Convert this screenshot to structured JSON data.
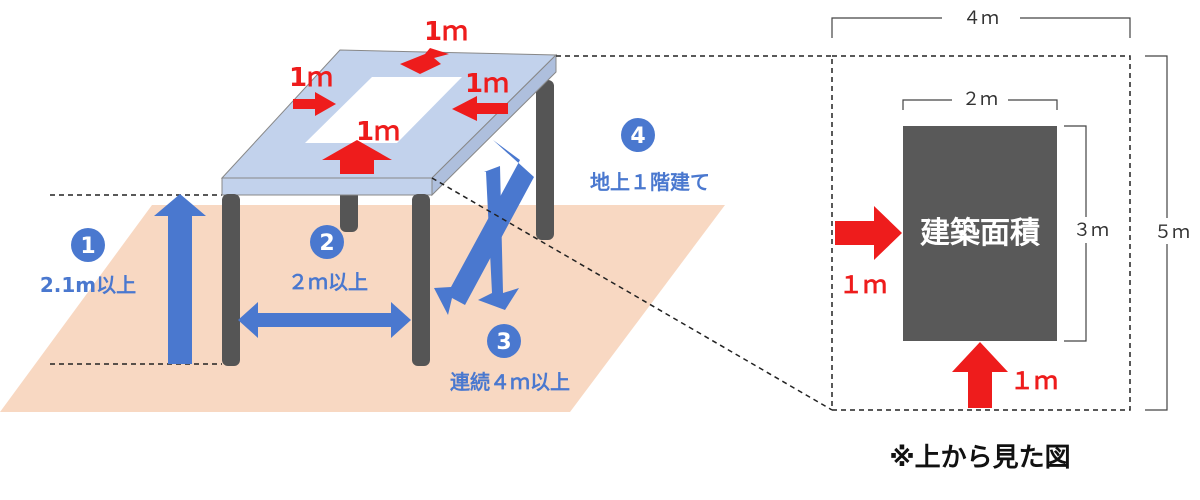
{
  "colors": {
    "red": "#ee1c1c",
    "blue": "#4a78cf",
    "floor": "#f8d8c2",
    "table_top": "#c2d2ec",
    "leg": "#555555",
    "building": "#595959"
  },
  "perspective": {
    "top_labels": {
      "back": "1ｍ",
      "left": "1ｍ",
      "right": "1ｍ",
      "front": "1ｍ"
    },
    "conditions": [
      {
        "number": "1",
        "text": "2.1m以上"
      },
      {
        "number": "2",
        "text": "２ｍ以上"
      },
      {
        "number": "3",
        "text": "連続４ｍ以上"
      },
      {
        "number": "4",
        "text": "地上１階建て"
      }
    ]
  },
  "plan": {
    "width_label": "４ｍ",
    "height_label": "５ｍ",
    "inner_width_label": "２ｍ",
    "inner_height_label": "３ｍ",
    "area_label": "建築面積",
    "left_offset_label": "１ｍ",
    "bottom_offset_label": "１ｍ",
    "caption": "※上から見た図"
  }
}
